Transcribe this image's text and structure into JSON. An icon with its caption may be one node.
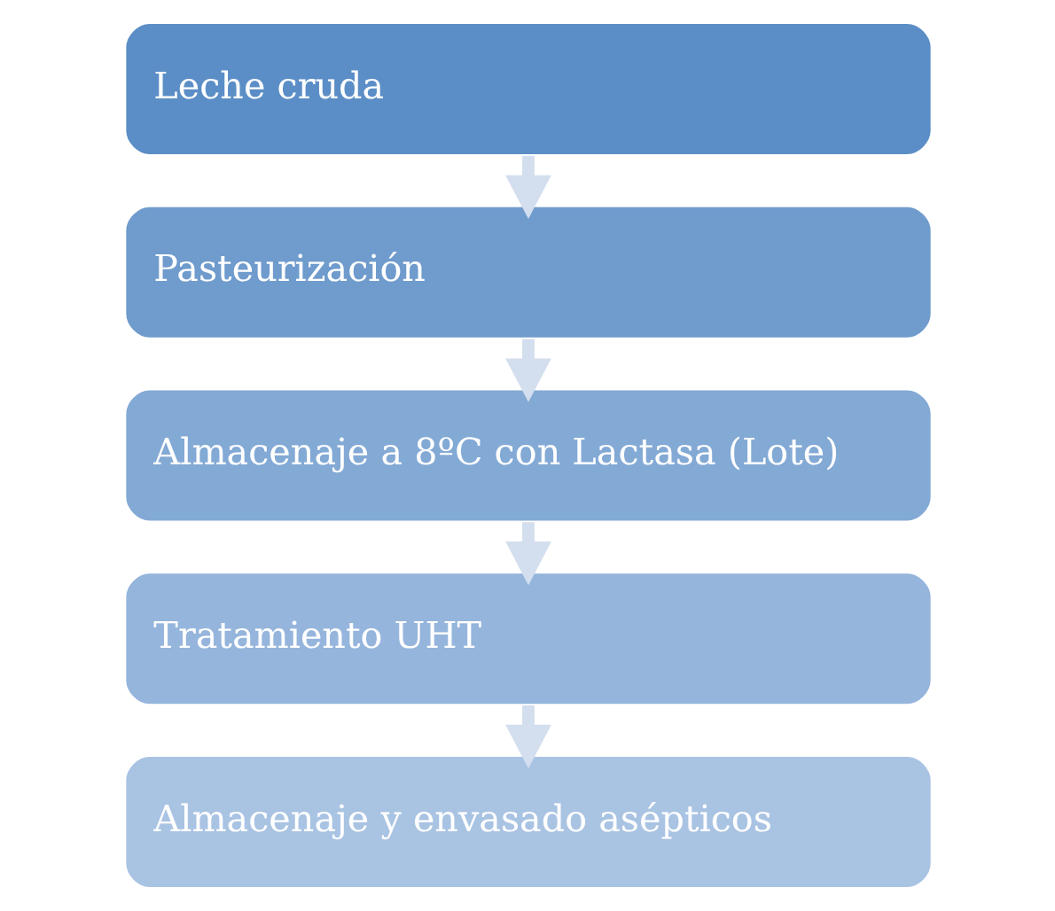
{
  "diagram": {
    "nodes": [
      {
        "text": [
          "Leche cruda"
        ]
      },
      {
        "text": [
          "Pasteurización"
        ]
      },
      {
        "text": [
          "Almacenaje a 8ºC con Lactasa (Lote)"
        ]
      },
      {
        "text": [
          "Tratamiento UHT"
        ]
      },
      {
        "text": [
          "Almacenaje y envasado asépticos"
        ]
      }
    ],
    "edges": [
      {
        "from": 0,
        "to": 1,
        "arrow": "to"
      },
      {
        "from": 1,
        "to": 2,
        "arrow": "to"
      },
      {
        "from": 2,
        "to": 3,
        "arrow": "to"
      },
      {
        "from": 3,
        "to": 4,
        "arrow": "to"
      }
    ]
  }
}
